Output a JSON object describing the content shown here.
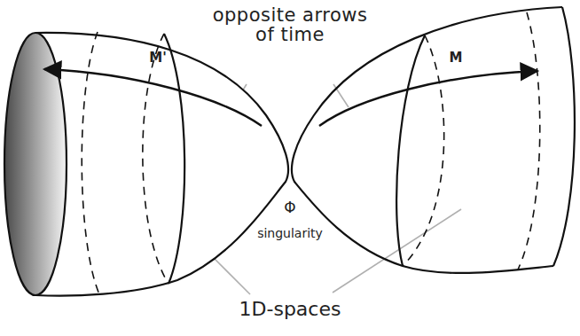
{
  "diagram": {
    "labels": [
      "opposite arrows of time",
      "M'",
      "M",
      "Φ",
      "singularity",
      "1D-spaces"
    ]
  }
}
